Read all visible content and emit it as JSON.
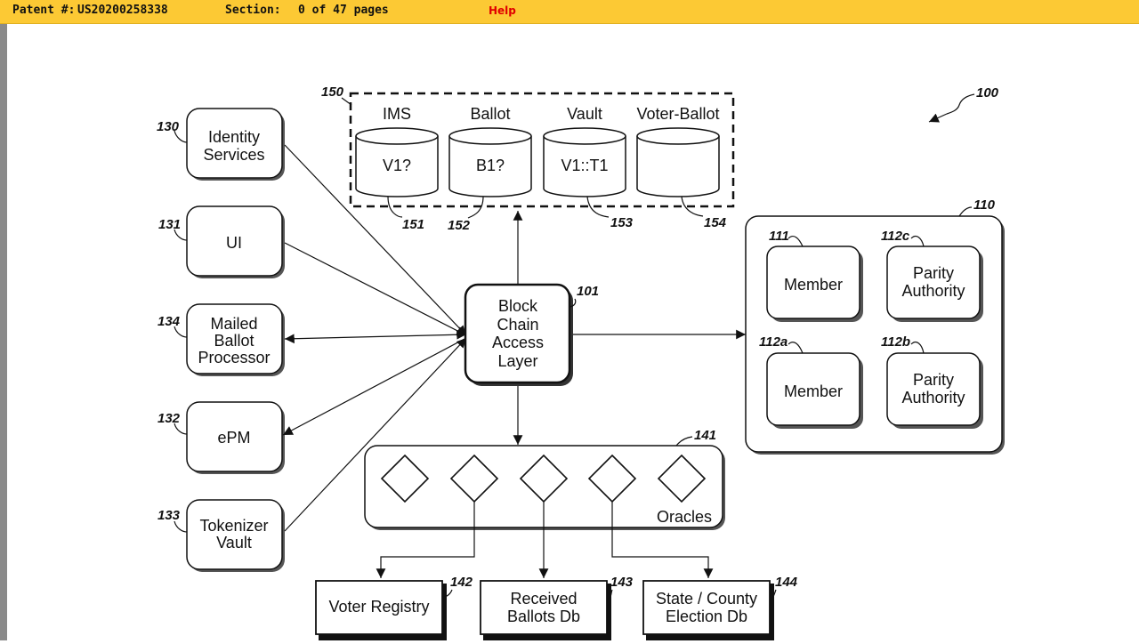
{
  "toolbar": {
    "patent_label": "Patent #:",
    "patent_number": "US20200258338",
    "section_label": "Section:",
    "pages": "0 of 47 pages",
    "help": "Help"
  },
  "figure": {
    "ref_100": "100",
    "store": {
      "ref": "150",
      "db": [
        {
          "title": "IMS",
          "content": "V1?",
          "ref": "151"
        },
        {
          "title": "Ballot",
          "content": "B1?",
          "ref": "152"
        },
        {
          "title": "Vault",
          "content": "V1::T1",
          "ref": "153"
        },
        {
          "title": "Voter-Ballot",
          "content": "",
          "ref": "154"
        }
      ]
    },
    "services": [
      {
        "ref": "130",
        "line1": "Identity",
        "line2": "Services"
      },
      {
        "ref": "131",
        "line1": "UI"
      },
      {
        "ref": "134",
        "line1": "Mailed",
        "line2": "Ballot",
        "line3": "Processor"
      },
      {
        "ref": "132",
        "line1": "ePM"
      },
      {
        "ref": "133",
        "line1": "Tokenizer",
        "line2": "Vault"
      }
    ],
    "core": {
      "ref": "101",
      "line1": "Block",
      "line2": "Chain",
      "line3": "Access",
      "line4": "Layer"
    },
    "network": {
      "ref": "110",
      "members": [
        {
          "ref": "111",
          "line1": "Member"
        },
        {
          "ref": "112c",
          "line1": "Parity",
          "line2": "Authority"
        },
        {
          "ref": "112a",
          "line1": "Member"
        },
        {
          "ref": "112b",
          "line1": "Parity",
          "line2": "Authority"
        }
      ]
    },
    "oracles": {
      "ref": "141",
      "label": "Oracles"
    },
    "outputs": [
      {
        "ref": "142",
        "line1": "Voter Registry"
      },
      {
        "ref": "143",
        "line1": "Received",
        "line2": "Ballots Db"
      },
      {
        "ref": "144",
        "line1": "State / County",
        "line2": "Election Db"
      }
    ]
  }
}
